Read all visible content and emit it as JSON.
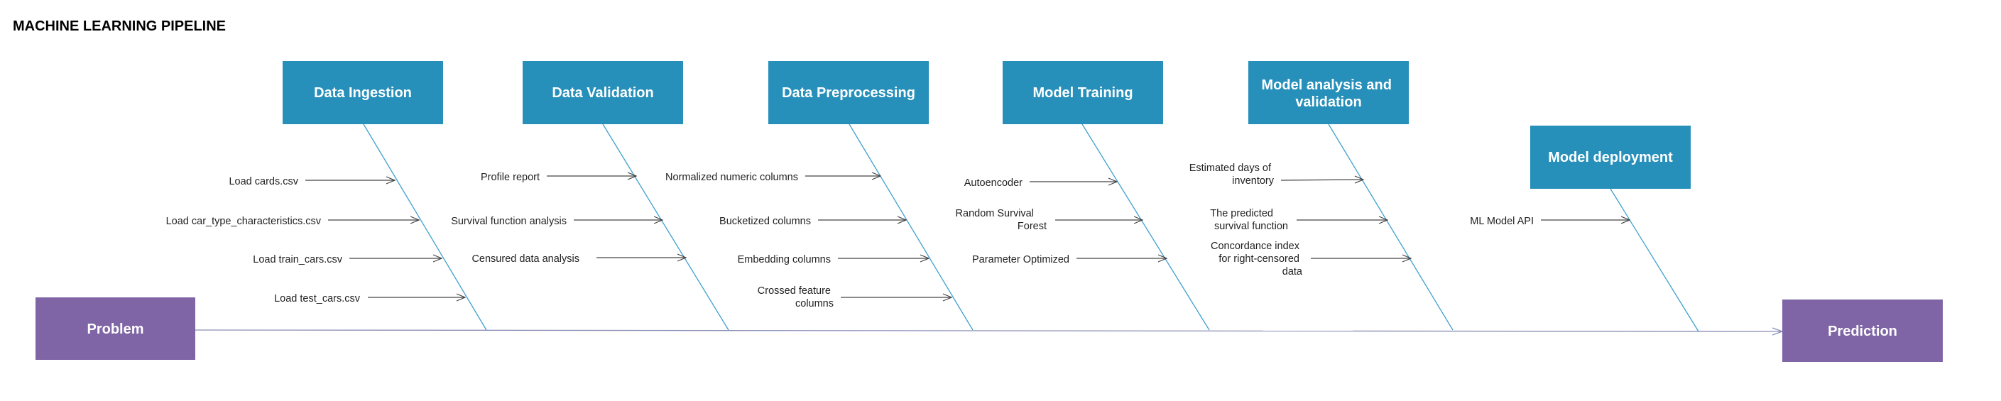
{
  "title": "MACHINE LEARNING PIPELINE",
  "colors": {
    "stage_box": "#268fba",
    "end_box": "#7f65a6",
    "bone_line": "#3fa0cf",
    "spine_line": "#8a8fb5",
    "arrow_line": "#444444"
  },
  "problem": {
    "label": "Problem"
  },
  "prediction": {
    "label": "Prediction"
  },
  "stages": [
    {
      "name": "Data Ingestion",
      "causes": [
        "Load cards.csv",
        "Load car_type_characteristics.csv",
        "Load train_cars.csv",
        "Load test_cars.csv"
      ]
    },
    {
      "name": "Data Validation",
      "causes": [
        "Profile report",
        "Survival function analysis",
        "Censured data analysis"
      ]
    },
    {
      "name": "Data Preprocessing",
      "causes": [
        "Normalized numeric  columns",
        "Bucketized  columns",
        "Embedding columns",
        "Crossed feature columns"
      ]
    },
    {
      "name": "Model Training",
      "causes": [
        "Autoencoder",
        "Random  Survival Forest",
        "Parameter Optimized"
      ]
    },
    {
      "name": "Model analysis and validation",
      "causes": [
        "Estimated days  of inventory",
        "The predicted survival function",
        "Concordance index for right-censored data"
      ]
    },
    {
      "name": "Model deployment",
      "causes": [
        "ML Model API"
      ]
    }
  ]
}
